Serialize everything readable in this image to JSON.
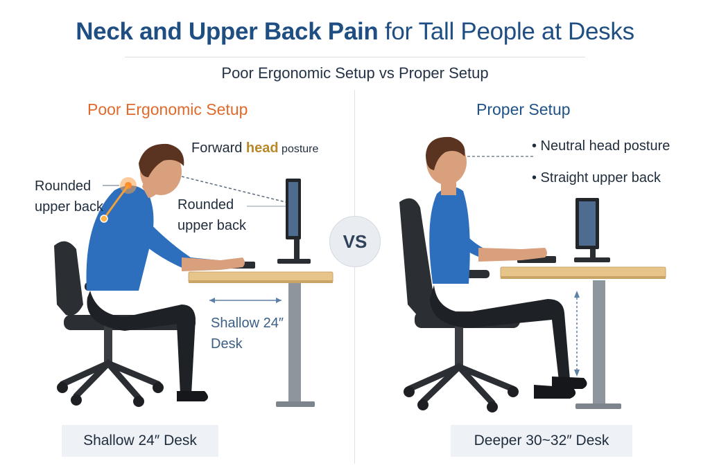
{
  "header": {
    "title_bold": "Neck and Upper Back Pain",
    "title_light": " for Tall People at Desks",
    "subtitle": "Poor Ergonomic Setup vs Proper Setup"
  },
  "left_panel": {
    "title": "Poor Ergonomic Setup",
    "forward_head": {
      "prefix": "Forward ",
      "highlight": "head",
      "suffix": " posture"
    },
    "rounded_back_side": "Rounded upper back",
    "rounded_back_center": "Rounded upper back",
    "desk_depth_label": "Shallow 24″ Desk",
    "caption": "Shallow 24″ Desk"
  },
  "vs_label": "VS",
  "right_panel": {
    "title": "Proper Setup",
    "bullets": [
      "• Neutral head posture",
      "• Straight upper back"
    ],
    "caption": "Deeper 30~32″ Desk"
  },
  "colors": {
    "title": "#1f4f82",
    "poor_accent": "#e06a2c",
    "proper_accent": "#1f5288",
    "shirt": "#2e6fbd",
    "pants": "#1e2126",
    "desk_top": "#e6c48a",
    "desk_leg": "#8e959d",
    "chair": "#2b2e33"
  }
}
